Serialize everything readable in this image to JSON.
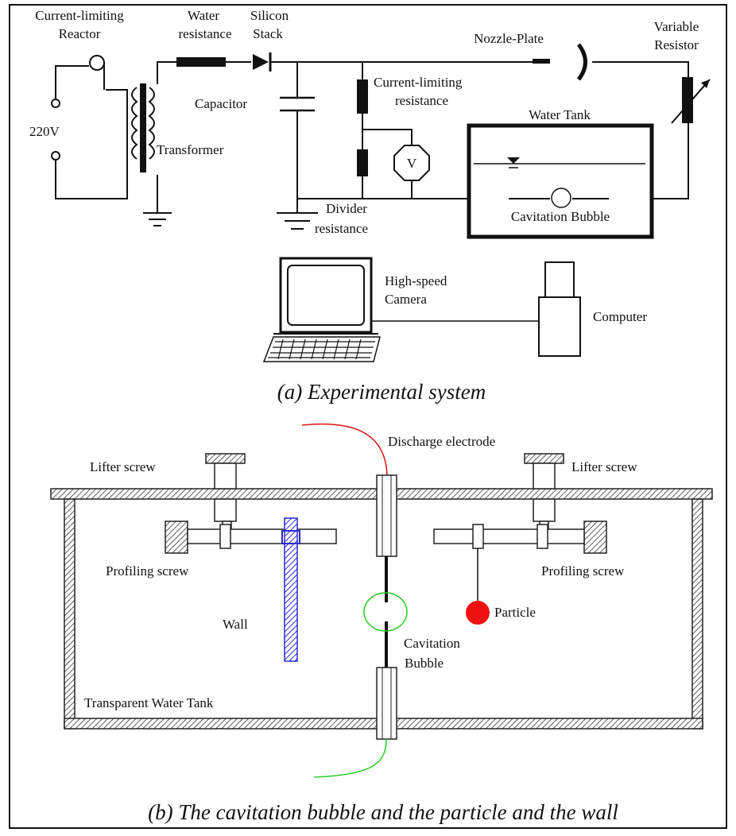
{
  "part_a": {
    "caption": "(a) Experimental system",
    "labels": {
      "current_limiting_reactor_1": "Current-limiting",
      "current_limiting_reactor_2": "Reactor",
      "water_resistance_1": "Water",
      "water_resistance_2": "resistance",
      "silicon_stack_1": "Silicon",
      "silicon_stack_2": "Stack",
      "nozzle_plate": "Nozzle-Plate",
      "variable_resistor_1": "Variable",
      "variable_resistor_2": "Resistor",
      "voltage_220v": "220V",
      "capacitor": "Capacitor",
      "current_limiting_resistance_1": "Current-limiting",
      "current_limiting_resistance_2": "resistance",
      "water_tank": "Water Tank",
      "transformer": "Transformer",
      "voltmeter": "V",
      "divider_resistance_1": "Divider",
      "divider_resistance_2": "resistance",
      "cavitation_bubble": "Cavitation Bubble",
      "high_speed_camera_1": "High-speed",
      "high_speed_camera_2": "Camera",
      "computer": "Computer"
    }
  },
  "part_b": {
    "caption": "(b) The cavitation bubble and the particle and the wall",
    "labels": {
      "discharge_electrode": "Discharge electrode",
      "lifter_screw_left": "Lifter screw",
      "lifter_screw_right": "Lifter screw",
      "profiling_screw_left": "Profiling screw",
      "profiling_screw_right": "Profiling screw",
      "wall": "Wall",
      "particle": "Particle",
      "cavitation_bubble_1": "Cavitation",
      "cavitation_bubble_2": "Bubble",
      "transparent_water_tank": "Transparent Water Tank"
    }
  },
  "colors": {
    "electrode_top": "#e01010",
    "electrode_bottom": "#22cc22",
    "bubble_ring": "#22cc22",
    "particle": "#ee1111",
    "wall": "#2a2ad0"
  }
}
